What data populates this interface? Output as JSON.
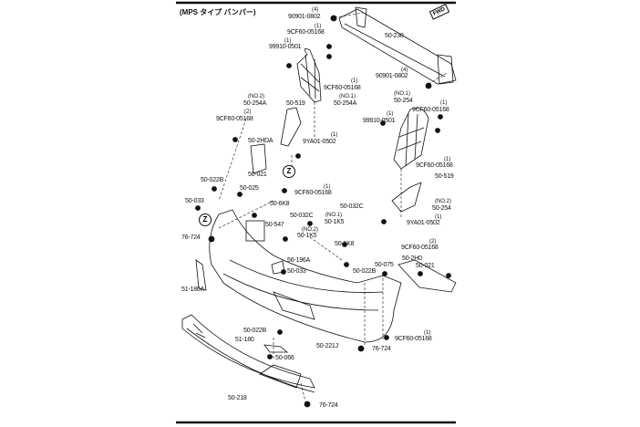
{
  "title": "(MPS タイプ バンパー)",
  "fwd": "FWD",
  "z": "Z",
  "labels": {
    "l1": {
      "code": "90901-0802",
      "qty": "(4)"
    },
    "l2": {
      "code": "9CF60-05168",
      "qty": "(1)"
    },
    "l3": {
      "code": "99910-0501",
      "qty": "(1)"
    },
    "l4": {
      "code": "50-230"
    },
    "l5": {
      "code": "90901-0802",
      "qty": "(4)"
    },
    "l6": {
      "code": "9CF60-05168",
      "qty": "(1)"
    },
    "l7": {
      "code": "50-254A",
      "qty": "(NO.1)"
    },
    "l8": {
      "code": "50-254A",
      "qty": "(NO.2)"
    },
    "l9": {
      "code": "50-519"
    },
    "l10": {
      "code": "9CF60-05168",
      "qty": "(2)"
    },
    "l11": {
      "code": "50-2HDA"
    },
    "l12": {
      "code": "9YA01-0502",
      "qty": "(1)"
    },
    "l13": {
      "code": "50-254",
      "qty": "(NO.1)"
    },
    "l14": {
      "code": "9CF60-05168",
      "qty": "(1)"
    },
    "l15": {
      "code": "99910-0501",
      "qty": "(1)"
    },
    "l16": {
      "code": "9CF60-05168",
      "qty": "(1)"
    },
    "l17": {
      "code": "50-021"
    },
    "l18": {
      "code": "50-022B"
    },
    "l19": {
      "code": "9CF60-05168",
      "qty": "(1)"
    },
    "l20": {
      "code": "50-025"
    },
    "l21": {
      "code": "50-519"
    },
    "l22": {
      "code": "50-033"
    },
    "l23": {
      "code": "50-6K8"
    },
    "l24": {
      "code": "50-032C"
    },
    "l25": {
      "code": "50-254",
      "qty": "(NO.2)"
    },
    "l26": {
      "code": "50-032C"
    },
    "l27": {
      "code": "50-547"
    },
    "l28": {
      "code": "50-1K5",
      "qty": "(NO.1)"
    },
    "l29": {
      "code": "9YA01-0502",
      "qty": "(1)"
    },
    "l30": {
      "code": "76-724"
    },
    "l31": {
      "code": "50-1K5",
      "qty": "(NO.2)"
    },
    "l32": {
      "code": "9CF60-05168",
      "qty": "(2)"
    },
    "l33": {
      "code": "50-6K8"
    },
    "l34": {
      "code": "56-196A"
    },
    "l35": {
      "code": "50-2H0"
    },
    "l36": {
      "code": "50-021"
    },
    "l37": {
      "code": "50-075"
    },
    "l38": {
      "code": "50-033"
    },
    "l39": {
      "code": "50-022B"
    },
    "l40": {
      "code": "51-180A"
    },
    "l41": {
      "code": "50-022B"
    },
    "l42": {
      "code": "51-180"
    },
    "l43": {
      "code": "50-221J"
    },
    "l44": {
      "code": "9CF60-05168",
      "qty": "(1)"
    },
    "l45": {
      "code": "76-724"
    },
    "l46": {
      "code": "50-066"
    },
    "l47": {
      "code": "50-218"
    },
    "l48": {
      "code": "76-724"
    }
  }
}
